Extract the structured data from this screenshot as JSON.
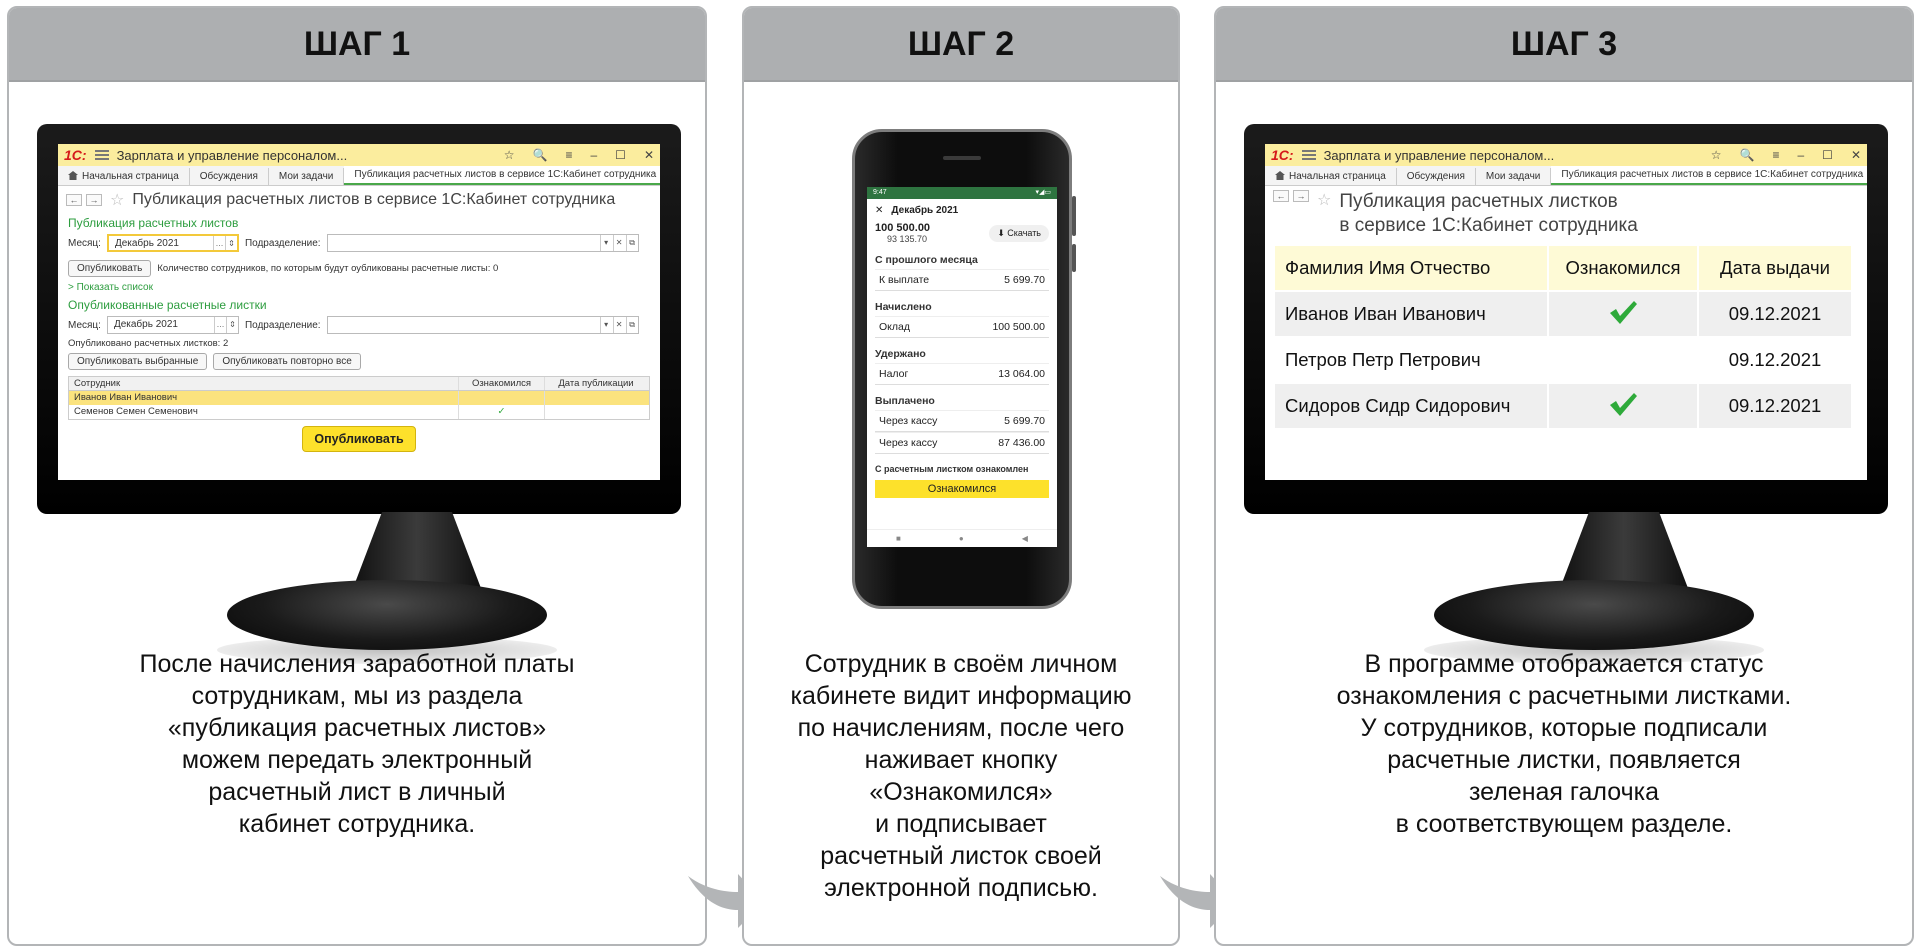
{
  "steps": [
    {
      "title": "ШАГ 1",
      "description": [
        "После начисления заработной платы",
        "сотрудникам, мы из раздела",
        "«публикация расчетных листов»",
        "можем передать электронный",
        "расчетный лист в личный",
        "кабинет сотрудника."
      ]
    },
    {
      "title": "ШАГ 2",
      "description": [
        "Сотрудник в своём личном",
        "кабинете видит информацию",
        "по начислениям, после чего",
        "наживает кнопку",
        "«Ознакомился»",
        "и подписывает",
        "расчетный листок своей",
        "электронной подписью."
      ]
    },
    {
      "title": "ШАГ 3",
      "description": [
        "В программе отображается статус",
        "ознакомления с расчетными листками.",
        "У сотрудников, которые подписали",
        "расчетные листки, появляется",
        "зеленая галочка",
        "в соответствующем разделе."
      ]
    }
  ],
  "app": {
    "logo": "1С:",
    "window_title": "Зарплата и управление персоналом...",
    "tabs": [
      "Начальная страница",
      "Обсуждения",
      "Мои задачи",
      "Публикация расчетных листов в сервисе 1С:Кабинет сотрудника"
    ],
    "win_controls": [
      "☆",
      "🔍",
      "≡",
      "–",
      "☐",
      "✕"
    ]
  },
  "step1": {
    "doc_title": "Публикация расчетных листов в сервисе 1С:Кабинет сотрудника",
    "section1": "Публикация расчетных листов",
    "month_label": "Месяц:",
    "month_value": "Декабрь 2021",
    "dept_label": "Подразделение:",
    "publish_small_btn": "Опубликовать",
    "count_text": "Количество сотрудников, по которым будут оубликованы расчетные листы: 0",
    "show_list": "> Показать список",
    "section2": "Опубликованные расчетные листки",
    "published_count": "Опубликовано расчетных листков: 2",
    "btn_publish_selected": "Опубликовать выбранные",
    "btn_publish_again": "Опубликовать повторно все",
    "grid_headers": [
      "Сотрудник",
      "Ознакомился",
      "Дата публикации"
    ],
    "grid_rows": [
      {
        "name": "Иванов Иван Иванович",
        "ack": "",
        "date": ""
      },
      {
        "name": "Семенов Семен Семенович",
        "ack": "✓",
        "date": ""
      }
    ],
    "publish_btn": "Опубликовать"
  },
  "step2": {
    "status_time": "9:47",
    "status_icons": "▾◢▭",
    "close": "✕",
    "header": "Декабрь 2021",
    "amount": "100 500.00",
    "amount_sub": "93 135.70",
    "download": "Скачать",
    "sections": [
      {
        "title": "С прошлого месяца",
        "rows": [
          {
            "label": "К выплате",
            "value": "5 699.70"
          }
        ]
      },
      {
        "title": "Начислено",
        "rows": [
          {
            "label": "Оклад",
            "value": "100 500.00"
          }
        ]
      },
      {
        "title": "Удержано",
        "rows": [
          {
            "label": "Налог",
            "value": "13 064.00"
          }
        ]
      },
      {
        "title": "Выплачено",
        "rows": [
          {
            "label": "Через кассу",
            "value": "5 699.70"
          },
          {
            "label": "Через кассу",
            "value": "87 436.00"
          }
        ]
      }
    ],
    "note": "С расчетным листком ознакомлен",
    "ack_btn": "Ознакомился",
    "nav": [
      "■",
      "●",
      "◀"
    ]
  },
  "step3": {
    "doc_title_line1": "Публикация расчетных листков",
    "doc_title_line2": "в сервисе 1С:Кабинет сотрудника",
    "headers": [
      "Фамилия Имя Отчество",
      "Ознакомился",
      "Дата выдачи"
    ],
    "rows": [
      {
        "name": "Иванов Иван Иванович",
        "ack": true,
        "date": "09.12.2021"
      },
      {
        "name": "Петров Петр Петрович",
        "ack": false,
        "date": "09.12.2021"
      },
      {
        "name": "Сидоров Сидр Сидорович",
        "ack": true,
        "date": "09.12.2021"
      }
    ]
  },
  "colors": {
    "accent_yellow": "#fde12b",
    "check_green": "#2eaa3a",
    "header_gray": "#adafb1"
  }
}
